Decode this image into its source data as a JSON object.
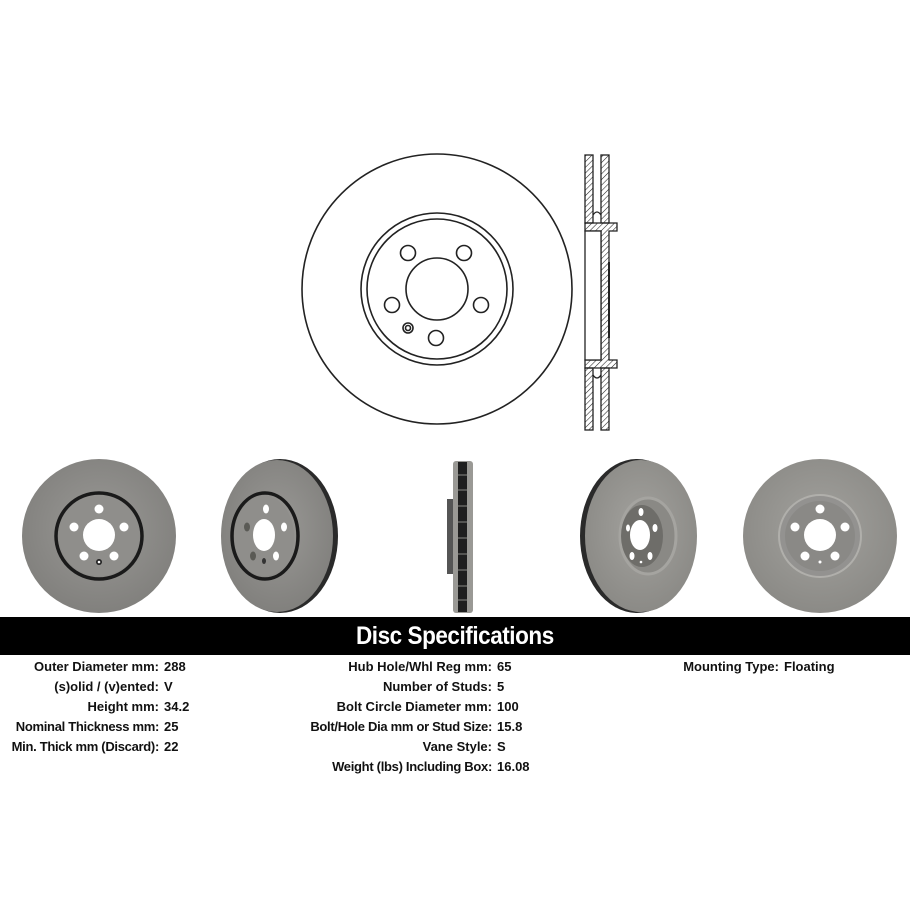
{
  "header": {
    "title": "Disc Specifications"
  },
  "drawing": {
    "front_view": "brake-rotor-line-drawing-front",
    "side_view": "brake-rotor-line-drawing-cross-section"
  },
  "photos": [
    {
      "view": "front-face"
    },
    {
      "view": "angled-front"
    },
    {
      "view": "edge-profile"
    },
    {
      "view": "angled-back"
    },
    {
      "view": "back-face"
    }
  ],
  "specs": {
    "column1": [
      {
        "label": "Outer Diameter mm:",
        "value": "288"
      },
      {
        "label": "(s)olid / (v)ented:",
        "value": "V"
      },
      {
        "label": "Height mm:",
        "value": "34.2"
      },
      {
        "label": "Nominal Thickness mm:",
        "value": "25"
      },
      {
        "label": "Min. Thick mm (Discard):",
        "value": "22"
      }
    ],
    "column2": [
      {
        "label": "Hub Hole/Whl Reg mm:",
        "value": "65"
      },
      {
        "label": "Number of Studs:",
        "value": "5"
      },
      {
        "label": "Bolt Circle Diameter mm:",
        "value": "100"
      },
      {
        "label": "Bolt/Hole Dia mm or Stud Size:",
        "value": "15.8"
      },
      {
        "label": "Vane Style:",
        "value": "S"
      },
      {
        "label": "Weight (lbs) Including Box:",
        "value": "16.08"
      }
    ],
    "column3": [
      {
        "label": "Mounting Type:",
        "value": "Floating"
      }
    ]
  },
  "colors": {
    "band": "#000000",
    "band_text": "#ffffff",
    "rotor_gray": "#8c8b89",
    "rotor_dark": "#2a2a2a"
  }
}
